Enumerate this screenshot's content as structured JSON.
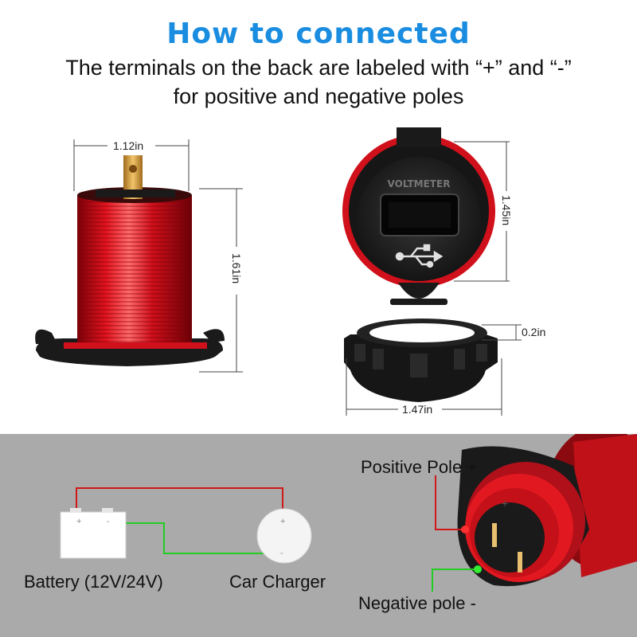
{
  "header": {
    "title": "How to connected",
    "subtitle_line1": "The terminals on the back are labeled with “+” and “-”",
    "subtitle_line2": "for positive and negative poles"
  },
  "dimensions": {
    "width_socket": "1.12in",
    "height_socket": "1.61in",
    "height_face": "1.45in",
    "nut_thickness": "0.2in",
    "nut_width": "1.47in"
  },
  "product": {
    "face_text": "VOLTMETER"
  },
  "wiring": {
    "battery_label": "Battery (12V/24V)",
    "charger_label": "Car Charger",
    "battery_plus": "+",
    "battery_minus": "-",
    "charger_plus": "+",
    "charger_minus": "-",
    "positive_pole_label": "Positive Pole +",
    "negative_pole_label": "Negative pole -"
  },
  "colors": {
    "title_blue": "#1a8de0",
    "body_red": "#d0101a",
    "positive_wire": "#d01818",
    "negative_wire": "#22cc22",
    "panel_gray": "#aaaaaa"
  }
}
